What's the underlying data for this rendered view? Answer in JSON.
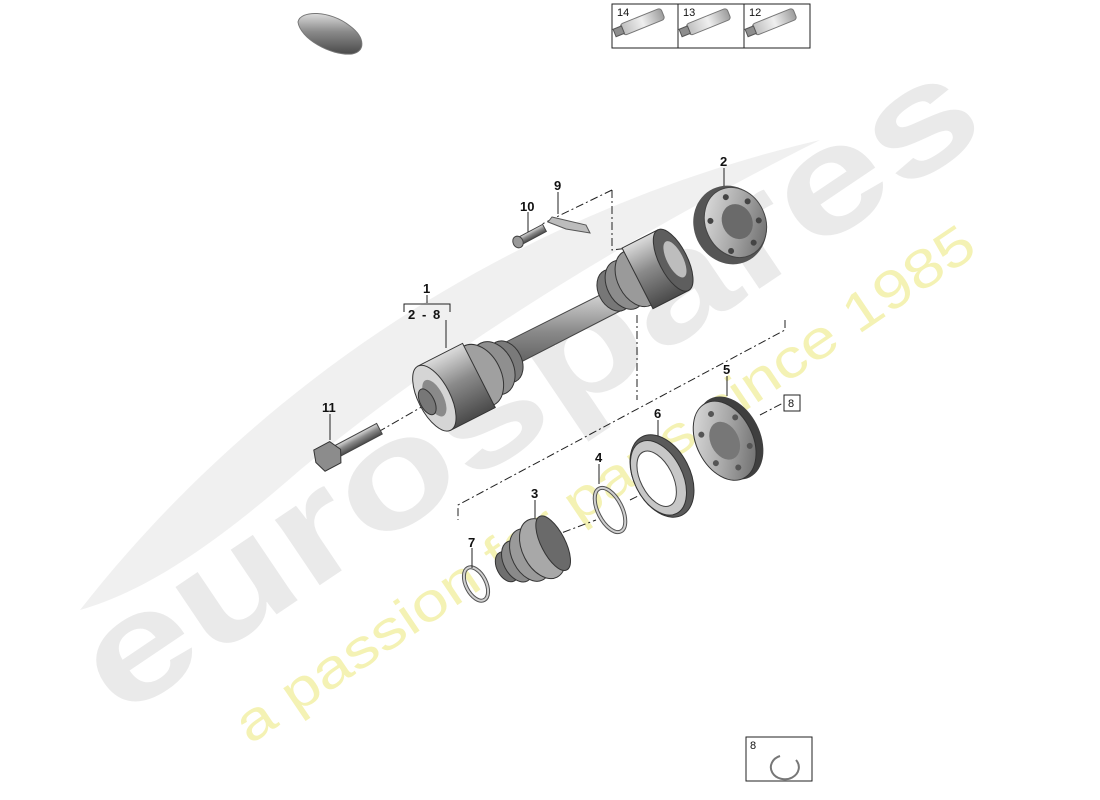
{
  "watermark": {
    "brand": "eurospares",
    "tagline": "a passion for parts since 1985"
  },
  "legend_boxes": [
    {
      "num": "14",
      "icon": "grease-tube-icon"
    },
    {
      "num": "13",
      "icon": "grease-tube-icon"
    },
    {
      "num": "12",
      "icon": "grease-tube-icon"
    }
  ],
  "callouts": {
    "c1": "1",
    "c1_range_from": "2",
    "c1_range_dash": "-",
    "c1_range_to": "8",
    "c2": "2",
    "c3": "3",
    "c4": "4",
    "c5": "5",
    "c6": "6",
    "c7": "7",
    "c8_box": "8",
    "c9": "9",
    "c10": "10",
    "c11": "11"
  },
  "detail_box": {
    "num": "8",
    "icon": "circlip-icon"
  },
  "colors": {
    "part_dark": "#5a5a5a",
    "part_light": "#c9c9c9",
    "watermark_gray": "#e4e4e4",
    "watermark_yellow": "#f3f0a8"
  }
}
